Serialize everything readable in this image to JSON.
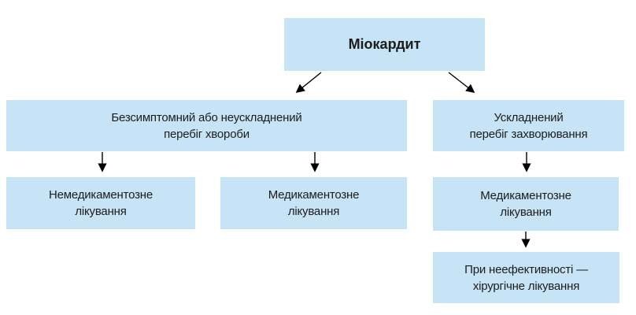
{
  "diagram": {
    "title": "Міокардит",
    "nodes": {
      "root": {
        "label": "Міокардит"
      },
      "asymptomatic": {
        "label": "Безсимптомний або неускладнений\nперебіг хвороби"
      },
      "complicated": {
        "label": "Ускладнений\nперебіг захворювання"
      },
      "nondrug": {
        "label": "Немедикаментозне\nлікування"
      },
      "drug_left": {
        "label": "Медикаментозне\nлікування"
      },
      "drug_right": {
        "label": "Медикаментозне\nлікування"
      },
      "surgical": {
        "label": "При неефективності —\nхірургічне лікування"
      }
    },
    "edges": [
      {
        "from": "root",
        "to": "asymptomatic"
      },
      {
        "from": "root",
        "to": "complicated"
      },
      {
        "from": "asymptomatic",
        "to": "nondrug"
      },
      {
        "from": "asymptomatic",
        "to": "drug_left"
      },
      {
        "from": "complicated",
        "to": "drug_right"
      },
      {
        "from": "drug_right",
        "to": "surgical"
      }
    ],
    "colors": {
      "box_fill": "#c7e4f6",
      "text": "#1c1c1c",
      "arrow": "#000000",
      "background": "#ffffff"
    }
  }
}
